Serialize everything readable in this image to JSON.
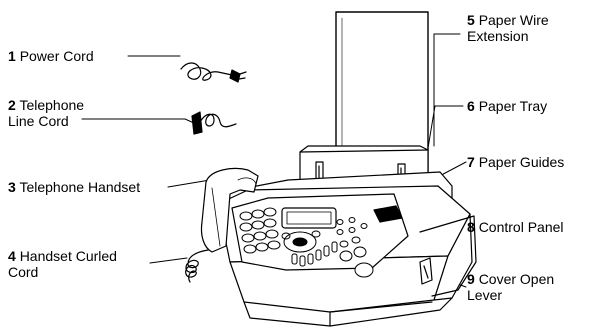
{
  "callouts": [
    {
      "num": "1",
      "lines": [
        "Power Cord"
      ]
    },
    {
      "num": "2",
      "lines": [
        "Telephone",
        "Line Cord"
      ]
    },
    {
      "num": "3",
      "lines": [
        "Telephone Handset"
      ]
    },
    {
      "num": "4",
      "lines": [
        "Handset Curled",
        "Cord"
      ]
    },
    {
      "num": "5",
      "lines": [
        "Paper Wire",
        "Extension"
      ]
    },
    {
      "num": "6",
      "lines": [
        "Paper Tray"
      ]
    },
    {
      "num": "7",
      "lines": [
        "Paper Guides"
      ]
    },
    {
      "num": "8",
      "lines": [
        "Control Panel"
      ]
    },
    {
      "num": "9",
      "lines": [
        "Cover Open",
        "Lever"
      ]
    }
  ]
}
